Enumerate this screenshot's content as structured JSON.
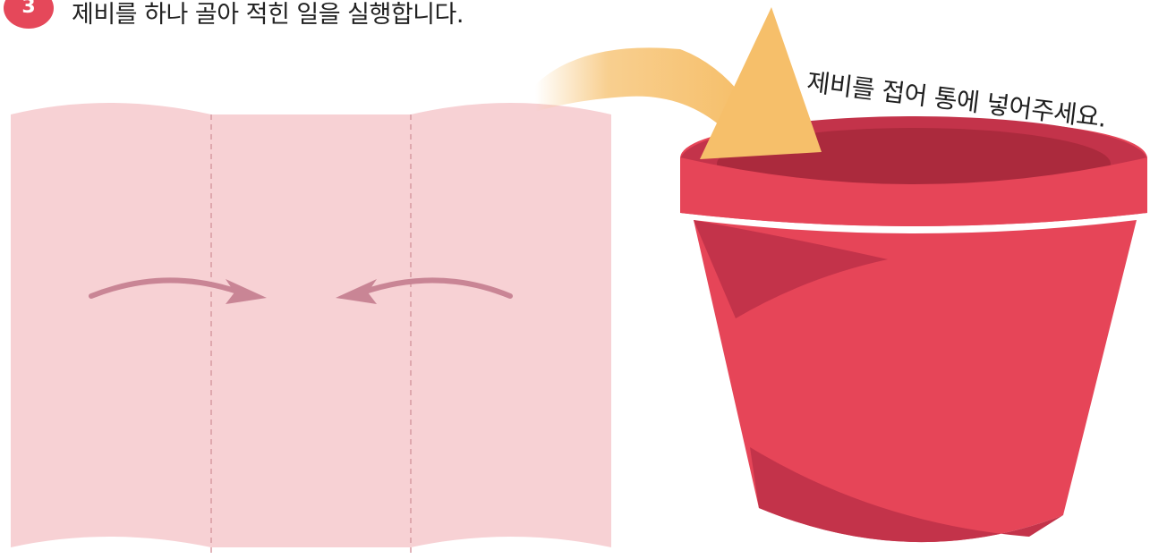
{
  "step": {
    "number": "3",
    "instruction": "제비를 하나 골아 적힌 일을 실행합니다."
  },
  "paper": {
    "fold_lines": 2,
    "arrow_left_direction": "right",
    "arrow_right_direction": "left"
  },
  "bucket": {
    "label": "제비를 접어 통에 넣어주세요."
  },
  "colors": {
    "badge": "#e5485a",
    "paper": "#f7d1d4",
    "fold_line": "#d79aa2",
    "fold_arrow": "#c98595",
    "bucket_main": "#e64558",
    "bucket_dark": "#c3334a",
    "bucket_inner": "#ab2a3d",
    "big_arrow": "#f6bf6a"
  }
}
